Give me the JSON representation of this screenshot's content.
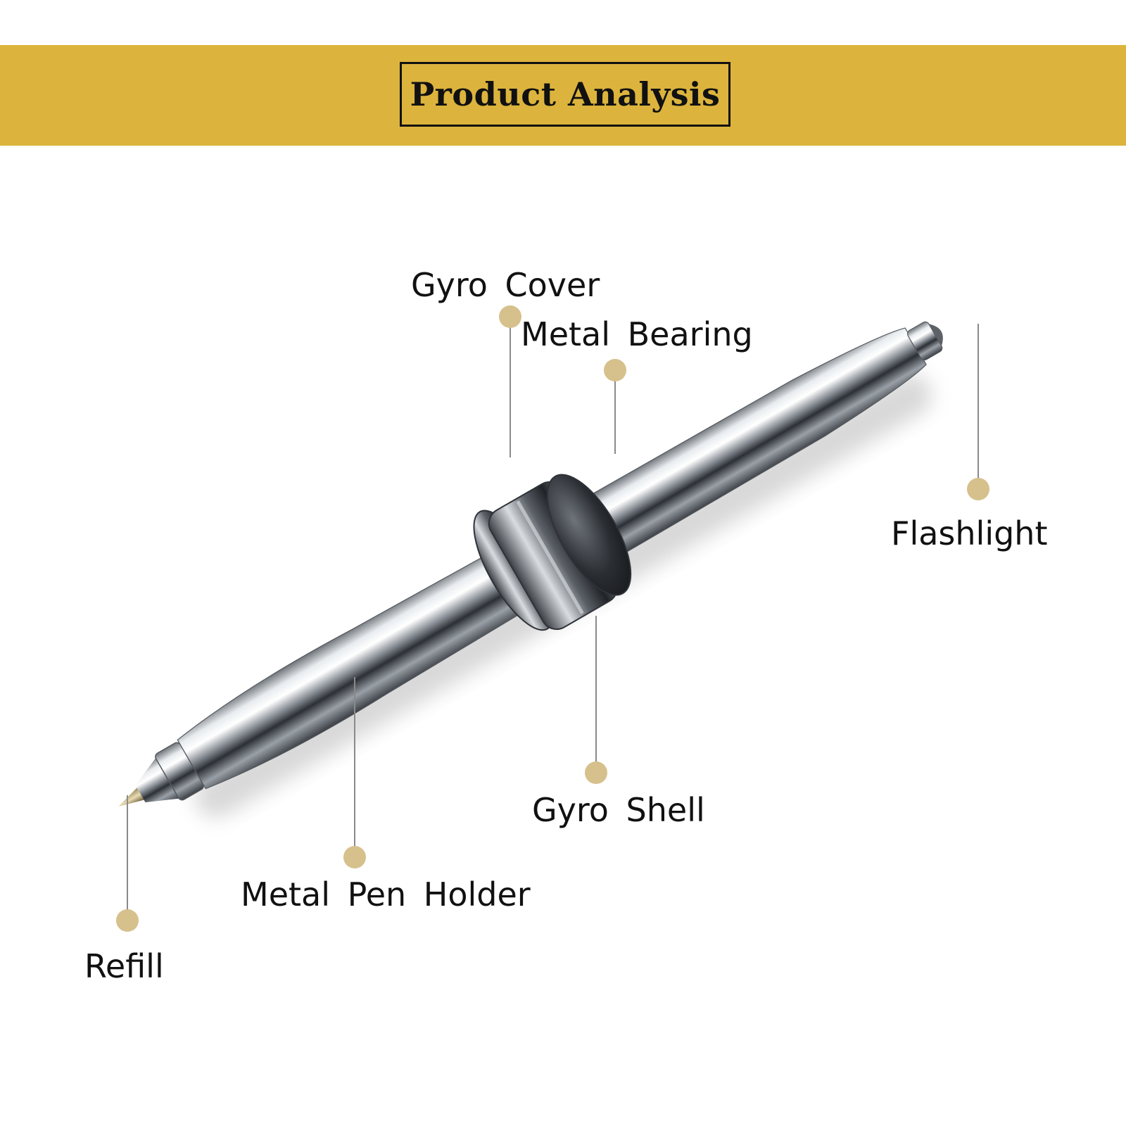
{
  "header": {
    "title": "Product Analysis"
  },
  "colors": {
    "banner": "#dcb43d",
    "dot": "#d6c08c",
    "leader": "#8a8a8a"
  },
  "callouts": [
    {
      "id": "gyro-cover",
      "label": "Gyro Cover"
    },
    {
      "id": "metal-bearing",
      "label": "Metal Bearing"
    },
    {
      "id": "flashlight",
      "label": "Flashlight"
    },
    {
      "id": "gyro-shell",
      "label": "Gyro Shell"
    },
    {
      "id": "metal-pen-holder",
      "label": "Metal Pen Holder"
    },
    {
      "id": "refill",
      "label": "Refill"
    }
  ]
}
